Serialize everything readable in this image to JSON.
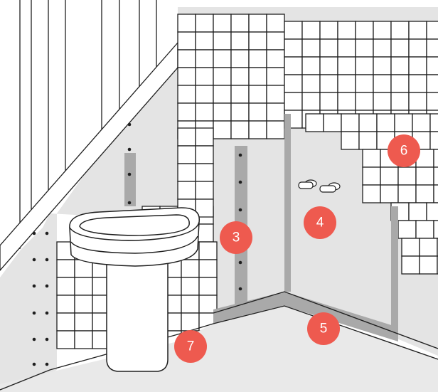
{
  "colors": {
    "background": "#ffffff",
    "wall": "#e4e4e4",
    "membrane_strip": "#a9a9a9",
    "floor": "#e9e9e9",
    "tile": "#ffffff",
    "outline": "#1f1f1f",
    "marker": "#ee5a4f",
    "marker_text": "#ffffff",
    "screw": "#1f1f1f"
  },
  "markers": [
    {
      "id": "3",
      "label": "3"
    },
    {
      "id": "4",
      "label": "4"
    },
    {
      "id": "5",
      "label": "5"
    },
    {
      "id": "6",
      "label": "6"
    },
    {
      "id": "7",
      "label": "7"
    }
  ],
  "icons": {
    "washbasin": "pedestal-sink-icon",
    "pipes": "wall-pipe-stubs-icon"
  }
}
